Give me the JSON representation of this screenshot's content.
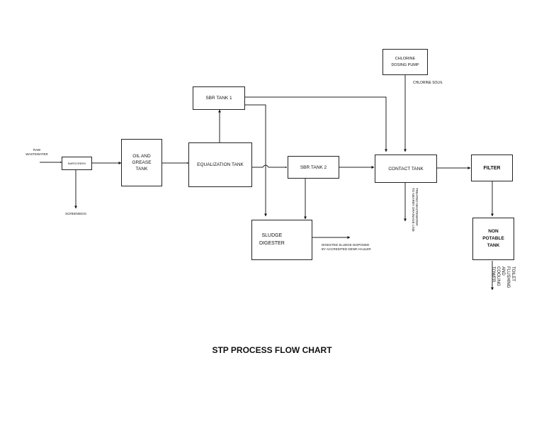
{
  "diagram": {
    "title": "STP PROCESS FLOW CHART",
    "nodes": {
      "barscreen": "BARSCREEN",
      "oil_grease_tank": "OIL AND\nGREASE\nTANK",
      "equalization_tank": "EQUALIZATION TANK",
      "sbr_tank_1": "SBR TANK 1",
      "sbr_tank_2": "SBR TANK 2",
      "sludge_digester": "SLUDGE\nDIGESTER",
      "chlorine_dosing_pump": "CHLORINE\nDOSING PUMP",
      "contact_tank": "CONTACT TANK",
      "filter": "FILTER",
      "non_potable_tank": "NON\nPOTABLE\nTANK"
    },
    "labels": {
      "raw_wastewater": "RAW\nWASTEWATER",
      "screenings": "SCREENINGS",
      "chlorine_soln": "CHLORINE SOLN.",
      "digested_sludge": "DIGESTED SLUDGE DISPOSED\nBY ACCREDITED DENR HAULER",
      "treated_wastewater": "TREATED WASTEWATER\nTO NEARBY DRAINAGE LINE",
      "toilet_flushing": "TOILET FLUSHING AND\nCOOLING TOWER"
    }
  }
}
